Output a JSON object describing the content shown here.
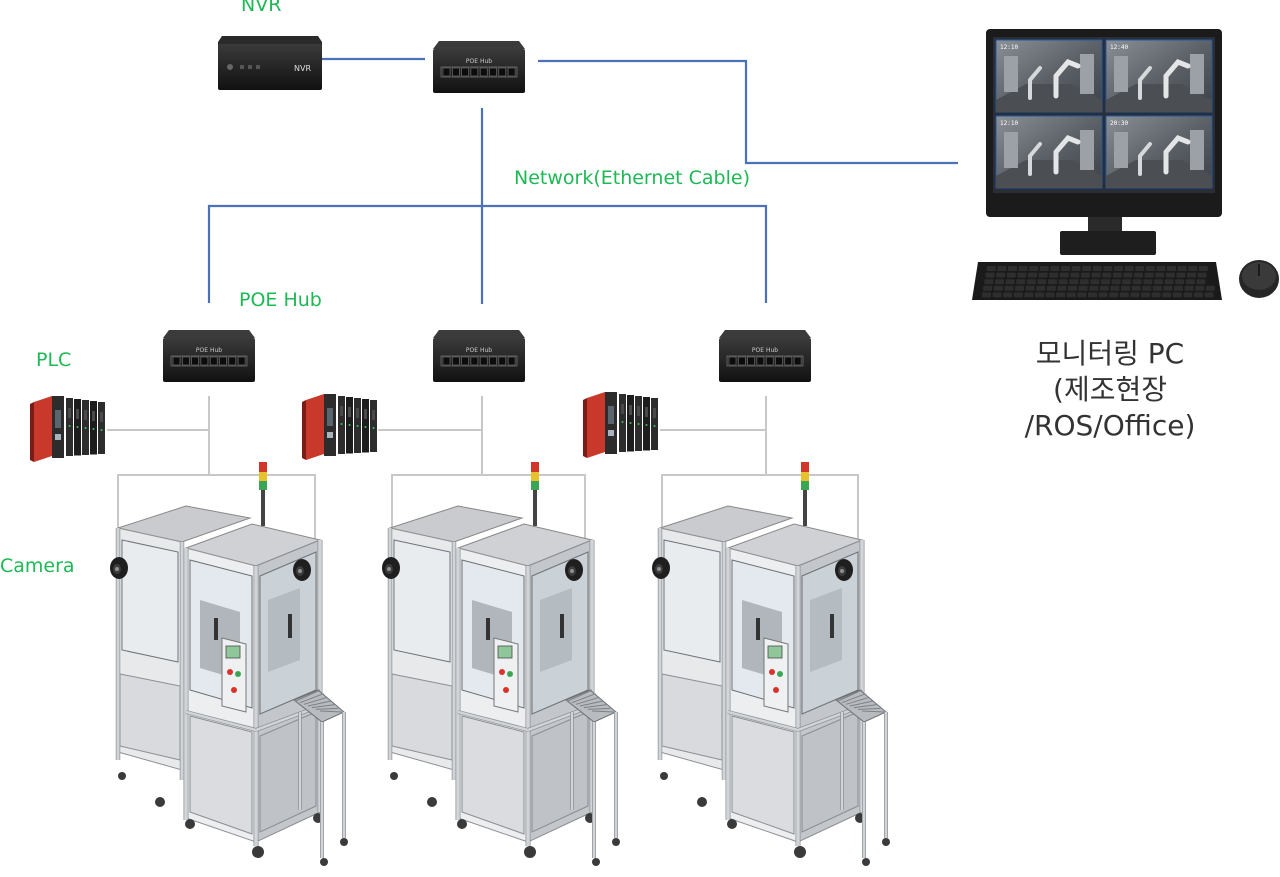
{
  "labels": {
    "nvr": "NVR",
    "network": "Network(Ethernet Cable)",
    "poe_hub": "POE Hub",
    "plc": "PLC",
    "camera": "Camera"
  },
  "devices": {
    "nvr_text": "NVR",
    "hub_text": "POE Hub"
  },
  "monitor": {
    "timestamps": [
      "12:10",
      "12:40",
      "12:10",
      "20:30"
    ]
  },
  "pc_caption": {
    "line1": "모니터링 PC",
    "line2": "(제조현장",
    "line3": "/ROS/Office)"
  },
  "colors": {
    "network_line": "#4a72b8",
    "local_line": "#c8c8c8",
    "label_green": "#1db954",
    "plc_red": "#c8392b"
  }
}
